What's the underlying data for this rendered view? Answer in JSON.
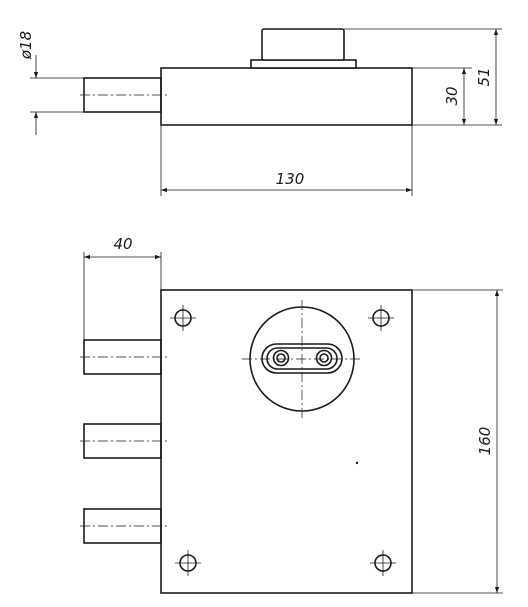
{
  "drawing": {
    "top_view": {
      "dim_diameter": "ø18",
      "dim_height_body": "30",
      "dim_height_total": "51",
      "dim_width": "130"
    },
    "front_view": {
      "dim_bolt_length": "40",
      "dim_height": "160"
    }
  }
}
